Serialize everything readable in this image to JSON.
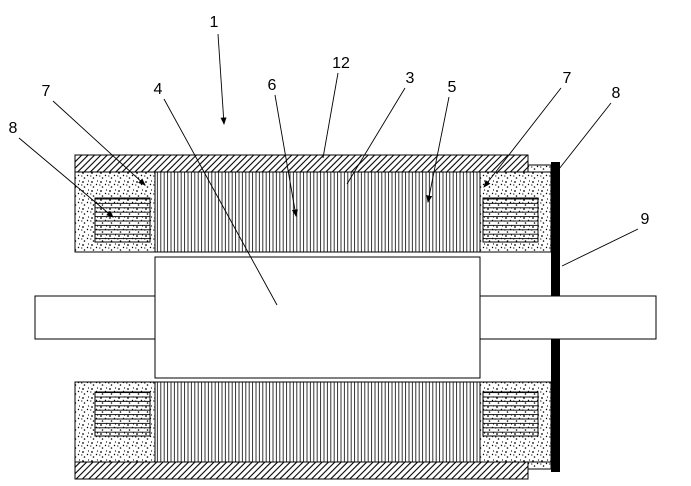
{
  "figure": {
    "background_color": "#ffffff",
    "line_color": "#000000",
    "labels": {
      "n1": "1",
      "n3": "3",
      "n4": "4",
      "n5": "5",
      "n6": "6",
      "n7_left": "7",
      "n7_right": "7",
      "n8_left": "8",
      "n8_right": "8",
      "n9": "9",
      "n12": "12"
    }
  }
}
